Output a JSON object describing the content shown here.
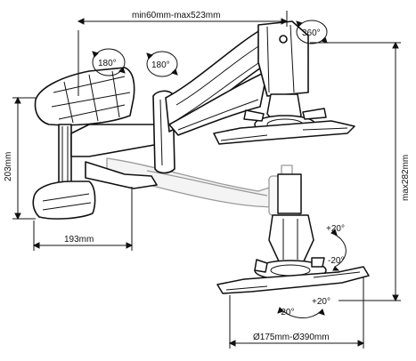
{
  "dimensions": {
    "reach": "min60mm-max523mm",
    "height": "max282mm",
    "plate_height": "203mm",
    "plate_width": "193mm",
    "plate_size": "Ø175mm-Ø390mm"
  },
  "rotations": {
    "joint1": "180°",
    "joint2": "180°",
    "head": "360°",
    "tilt_up": "+20°",
    "tilt_down": "-20°",
    "swivel_left": "-20°",
    "swivel_right": "+20°"
  },
  "colors": {
    "line": "#111111",
    "ghost": "#9a9a9a",
    "fill": "#ffffff"
  }
}
